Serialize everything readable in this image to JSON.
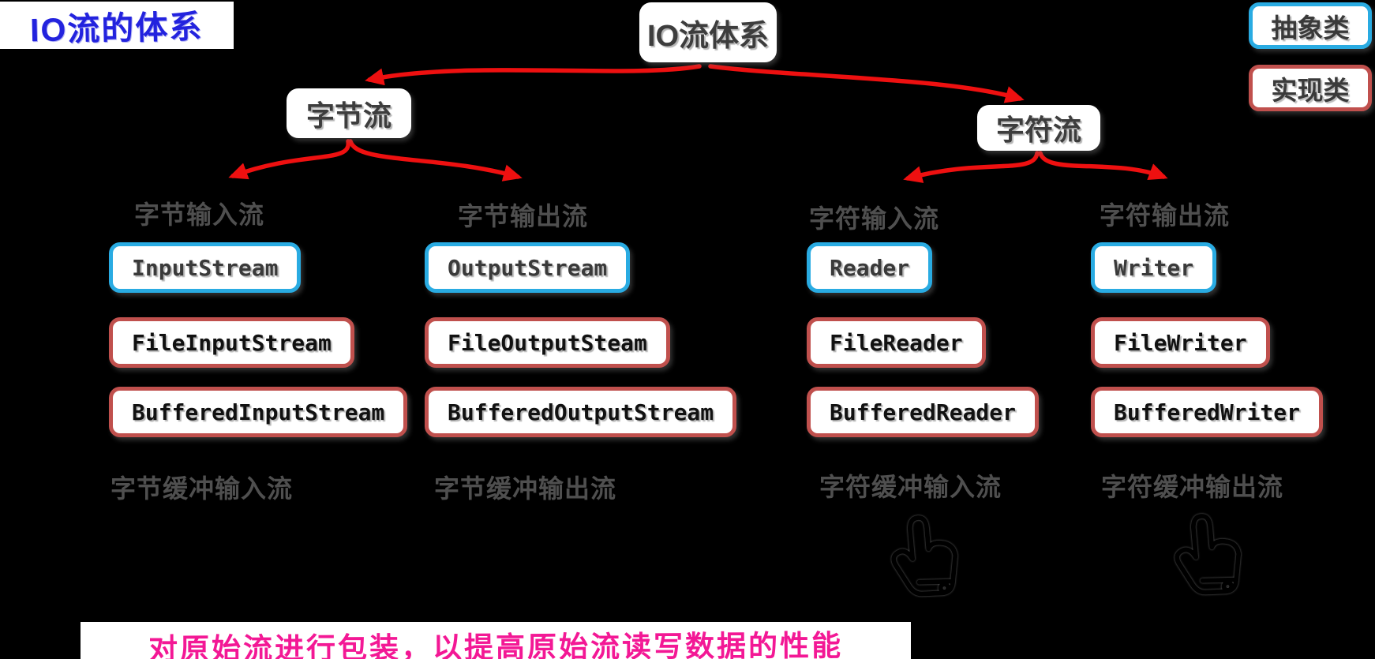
{
  "title": {
    "text": "IO流的体系",
    "color": "#2323DE"
  },
  "root": {
    "label": "IO流体系"
  },
  "legend": [
    {
      "label": "抽象类",
      "type": "abstract",
      "border": "#29ABE2"
    },
    {
      "label": "实现类",
      "type": "concrete",
      "border": "#C0504D"
    }
  ],
  "branches": [
    {
      "label": "字节流"
    },
    {
      "label": "字符流"
    }
  ],
  "columns": [
    {
      "top_label": "字节输入流",
      "abstract": "InputStream",
      "file": "FileInputStream",
      "buffered": "BufferedInputStream",
      "bottom_label": "字节缓冲输入流",
      "hand": false
    },
    {
      "top_label": "字节输出流",
      "abstract": "OutputStream",
      "file": "FileOutputSteam",
      "buffered": "BufferedOutputStream",
      "bottom_label": "字节缓冲输出流",
      "hand": false
    },
    {
      "top_label": "字符输入流",
      "abstract": "Reader",
      "file": "FileReader",
      "buffered": "BufferedReader",
      "bottom_label": "字符缓冲输入流",
      "hand": true
    },
    {
      "top_label": "字符输出流",
      "abstract": "Writer",
      "file": "FileWriter",
      "buffered": "BufferedWriter",
      "bottom_label": "字符缓冲输出流",
      "hand": true
    }
  ],
  "note": {
    "text": "对原始流进行包装，以提高原始流读写数据的性能",
    "color": "#F31895"
  },
  "colors": {
    "background": "#000000",
    "abstract_border": "#29ABE2",
    "concrete_border": "#C0504D",
    "arrow": "#EE1010",
    "caption_gray": "#4F4F4F"
  }
}
